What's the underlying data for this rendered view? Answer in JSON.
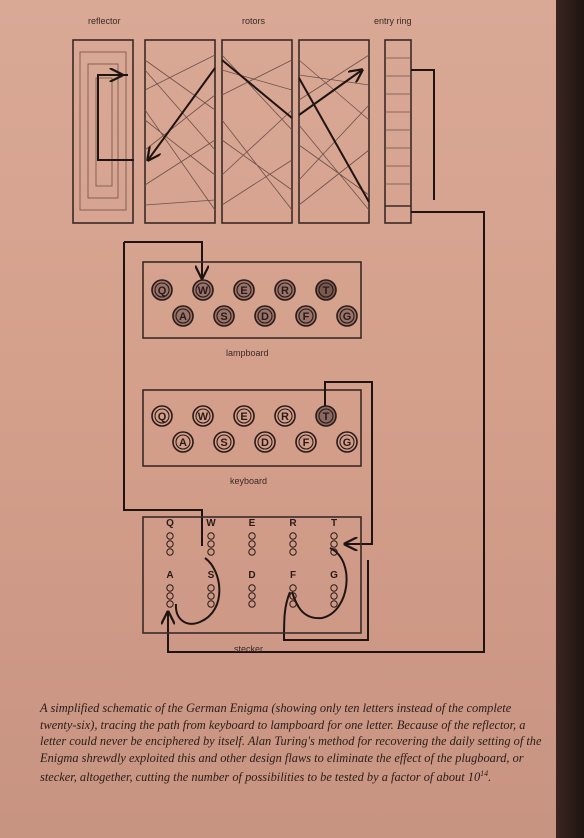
{
  "labels": {
    "reflector": "reflector",
    "rotors": "rotors",
    "entry_ring": "entry ring",
    "lampboard": "lampboard",
    "keyboard": "keyboard",
    "stecker": "stecker"
  },
  "lampboard": {
    "row1": [
      "Q",
      "W",
      "E",
      "R",
      "T"
    ],
    "row2": [
      "A",
      "S",
      "D",
      "F",
      "G"
    ]
  },
  "keyboard": {
    "row1": [
      "Q",
      "W",
      "E",
      "R",
      "T"
    ],
    "row2": [
      "A",
      "S",
      "D",
      "F",
      "G"
    ]
  },
  "stecker": {
    "row1": [
      "Q",
      "W",
      "E",
      "R",
      "T"
    ],
    "row2": [
      "A",
      "S",
      "D",
      "F",
      "G"
    ]
  },
  "caption": {
    "text": "A simplified schematic of the German Enigma (showing only ten letters instead of the complete twenty-six), tracing the path from keyboard to lampboard for one letter. Because of the reflector, a letter could never be enciphered by itself. Alan Turing's method for recovering the daily setting of the Enigma shrewdly exploited this and other design flaws to eliminate the effect of the plugboard, or stecker, altogether, cutting the number of possibilities to be tested by a factor of about 10",
    "exponent": "14",
    "end": "."
  }
}
